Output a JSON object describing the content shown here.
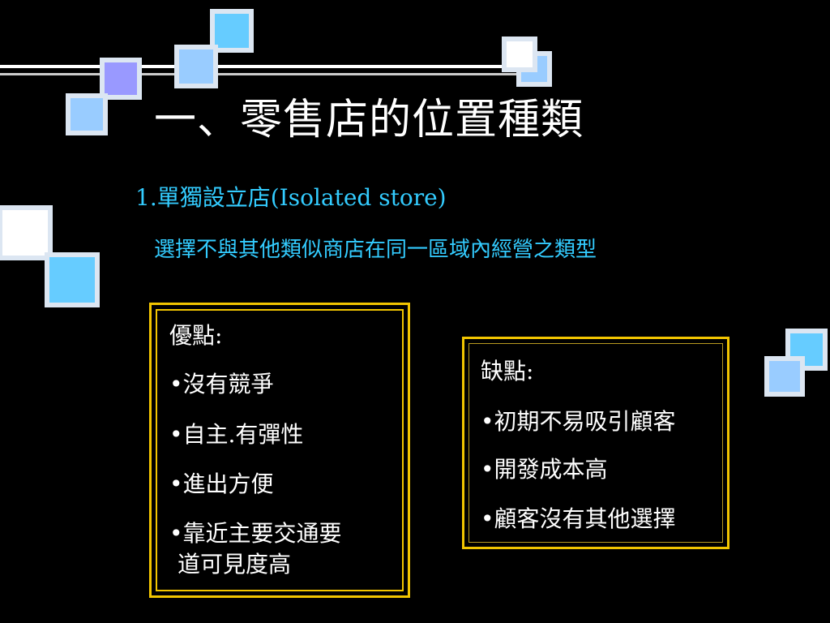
{
  "colors": {
    "background": "#000000",
    "title": "#ffffff",
    "accent_text": "#33ccff",
    "box_border": "#f2c500",
    "square_light": "#66ccff",
    "square_pale": "#99ccff",
    "square_white": "#ffffff",
    "square_purple": "#9999ff"
  },
  "slide": {
    "title": "一、零售店的位置種類",
    "subtitle": "1.單獨設立店(Isolated store)",
    "description": "選擇不與其他類似商店在同一區域內經營之類型"
  },
  "pros": {
    "heading": "優點:",
    "items": [
      "•沒有競爭",
      "•自主.有彈性",
      "•進出方便",
      "•靠近主要交通要",
      "道可見度高"
    ]
  },
  "cons": {
    "heading": "缺點:",
    "items": [
      "•初期不易吸引顧客",
      "•開發成本高",
      "•顧客沒有其他選擇"
    ]
  }
}
